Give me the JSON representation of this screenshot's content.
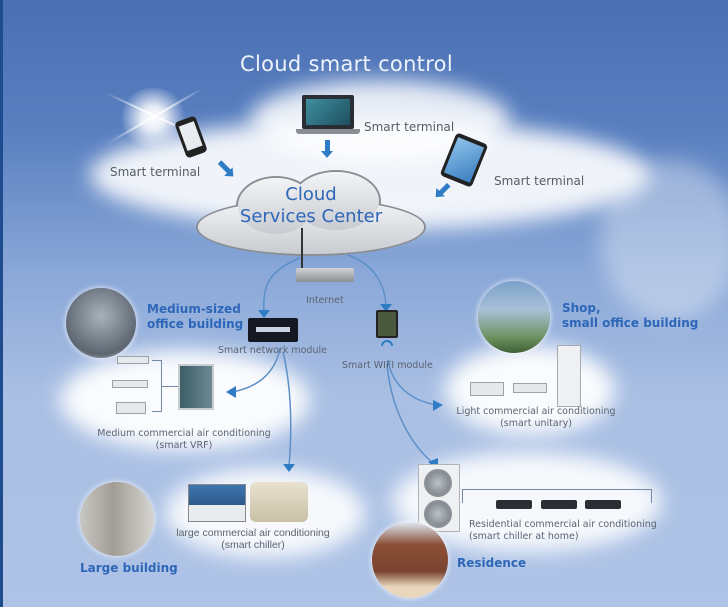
{
  "diagram": {
    "title": "Cloud smart control",
    "center": {
      "line1": "Cloud",
      "line2": "Services Center"
    },
    "terminals": [
      {
        "label": "Smart terminal",
        "device": "smartphone-icon"
      },
      {
        "label": "Smart terminal",
        "device": "laptop-icon"
      },
      {
        "label": "Smart terminal",
        "device": "tablet-icon"
      }
    ],
    "internet": {
      "label": "Internet",
      "device": "router-icon"
    },
    "modules": {
      "network": {
        "label": "Smart network module"
      },
      "wifi": {
        "label": "Smart WIFI module"
      }
    },
    "buildings": {
      "medium_office": {
        "line1": "Medium-sized",
        "line2": "office building"
      },
      "shop": {
        "line1": "Shop,",
        "line2": "small office building"
      },
      "large": {
        "label": "Large building"
      },
      "residence": {
        "label": "Residence"
      }
    },
    "systems": {
      "medium": {
        "line1": "Medium commercial air conditioning",
        "line2": "(smart VRF)"
      },
      "light": {
        "line1": "Light commercial air conditioning",
        "line2": "(smart unitary)"
      },
      "large": {
        "line1": "large commercial air conditioning",
        "line2": "(smart chiller)"
      },
      "residential": {
        "line1": "Residential commercial air conditioning",
        "line2": "(smart chiller at home)"
      }
    },
    "colors": {
      "sky_top": "#4a6fb3",
      "sky_bottom": "#aec3e6",
      "accent_blue": "#2e66b8",
      "arrow_blue": "#2d7cc4",
      "label_gray": "#555d66"
    }
  }
}
